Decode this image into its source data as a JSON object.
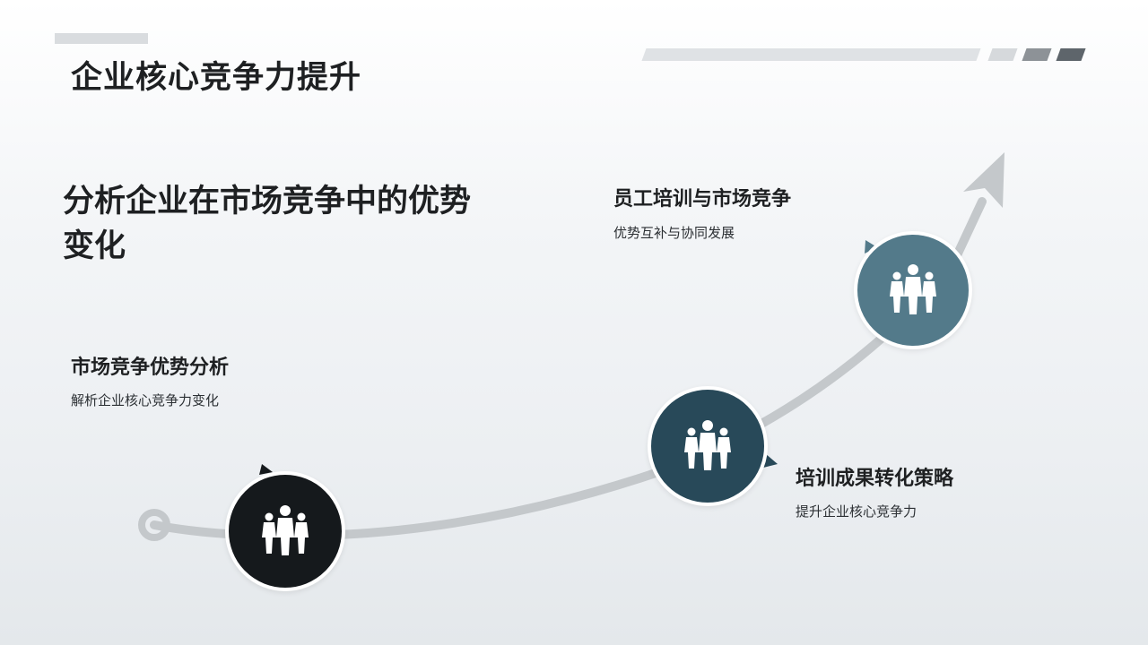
{
  "slide": {
    "title": "企业核心竞争力提升",
    "subtitle": "分析企业在市场竞争中的优势变化"
  },
  "steps": [
    {
      "heading": "市场竞争优势分析",
      "description": "解析企业核心竞争力变化",
      "icon": "team-icon",
      "color": "#15191c"
    },
    {
      "heading": "培训成果转化策略",
      "description": "提升企业核心竞争力",
      "icon": "team-icon",
      "color": "#284959"
    },
    {
      "heading": "员工培训与市场竞争",
      "description": "优势互补与协同发展",
      "icon": "team-icon",
      "color": "#537a8a"
    }
  ],
  "colors": {
    "curve": "#c4c8cb",
    "decor_light": "#d6d9dc",
    "decor_mid": "#8d9297",
    "decor_dark": "#5e656b"
  }
}
